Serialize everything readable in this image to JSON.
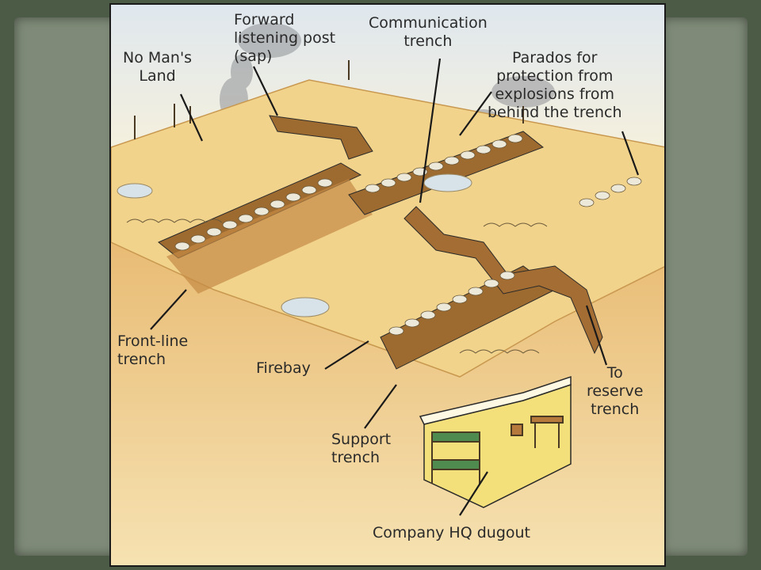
{
  "labels": {
    "no_mans_land": "No Man's\nLand",
    "forward_listening_post": "Forward\nlistening post\n(sap)",
    "communication_trench": "Communication\ntrench",
    "parados": "Parados for\nprotection from\nexplosions from\nbehind the trench",
    "front_line_trench": "Front-line\ntrench",
    "firebay": "Firebay",
    "to_reserve_trench": "To\nreserve\ntrench",
    "support_trench": "Support\ntrench",
    "company_hq_dugout": "Company HQ dugout"
  },
  "colors": {
    "ground_top": "#f0d28a",
    "ground_side": "#d9a45a",
    "trench_wall": "#b07a3a",
    "sandbag": "#e8e4d6",
    "sky": "#e9edf2",
    "dugout": "#f3e07a",
    "outline": "#2a2a2a"
  }
}
